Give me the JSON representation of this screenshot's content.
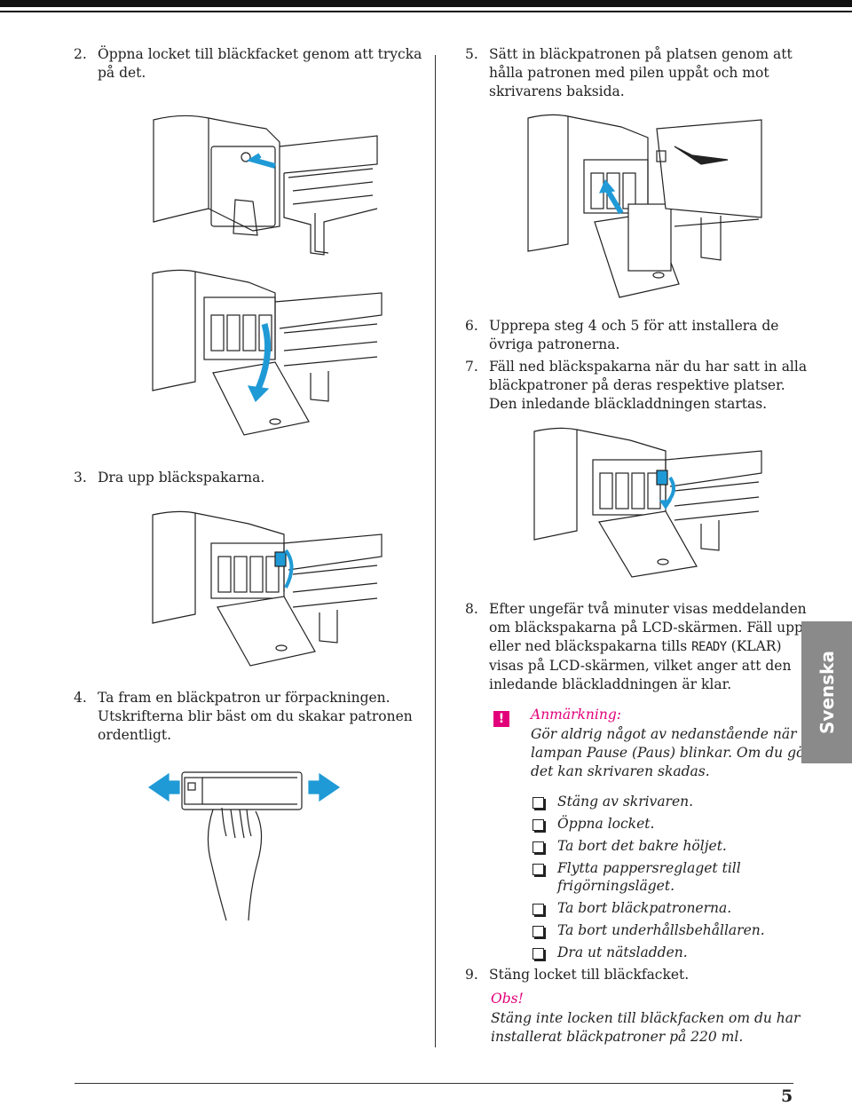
{
  "step2": {
    "num": "2.",
    "lines": [
      "Öppna locket till bläckfacket genom att trycka",
      "på det."
    ]
  },
  "step3": {
    "num": "3.",
    "lines": [
      "Dra upp bläckspakarna."
    ]
  },
  "step4": {
    "num": "4.",
    "lines": [
      "Ta fram en bläckpatron ur förpackningen.",
      "Utskrifterna blir bäst om du skakar patronen",
      "ordentligt."
    ]
  },
  "step5": {
    "num": "5.",
    "lines": [
      "Sätt in bläckpatronen på platsen genom att",
      "hålla patronen med pilen uppåt och mot",
      "skrivarens baksida."
    ]
  },
  "step6": {
    "num": "6.",
    "lines": [
      "Upprepa steg 4 och 5 för att installera de",
      "övriga patronerna."
    ]
  },
  "step7": {
    "num": "7.",
    "lines": [
      "Fäll ned bläckspakarna när du har satt in alla",
      "bläckpatroner på deras respektive platser.",
      "Den inledande bläckladdningen startas."
    ]
  },
  "step8": {
    "num": "8.",
    "line1": "Efter ungefär två minuter visas meddelanden",
    "line2": "om bläckspakarna på LCD-skärmen. Fäll upp",
    "line3_pre": "eller ned bläckspakarna tills ",
    "line3_mono": "READY",
    "line3_post": " (KLAR)",
    "line4": "visas på LCD-skärmen, vilket anger att den",
    "line5": "inledande bläckladdningen är klar."
  },
  "note": {
    "icon": "!",
    "title": "Anmärkning:",
    "lines": [
      "Gör aldrig något av nedanstående när",
      "lampan Pause (Paus) blinkar. Om du gör",
      "det kan skrivaren skadas."
    ]
  },
  "checklist": [
    "Stäng av skrivaren.",
    "Öppna locket.",
    "Ta bort det bakre höljet.",
    "Flytta pappersreglaget till",
    "frigörningsläget.",
    "Ta bort bläckpatronerna.",
    "Ta bort underhållsbehållaren.",
    "Dra ut nätsladden."
  ],
  "step9": {
    "num": "9.",
    "lines": [
      "Stäng locket till bläckfacket."
    ]
  },
  "obs": {
    "title": "Obs!",
    "lines": [
      "Stäng inte locken till bläckfacken om du har",
      "installerat bläckpatroner på 220 ml."
    ]
  },
  "side_tab": "Svenska",
  "page_number": "5",
  "colors": {
    "accent_blue": "#1f9ad6",
    "note_magenta": "#e2007a",
    "tab_gray": "#8a8a8a"
  }
}
